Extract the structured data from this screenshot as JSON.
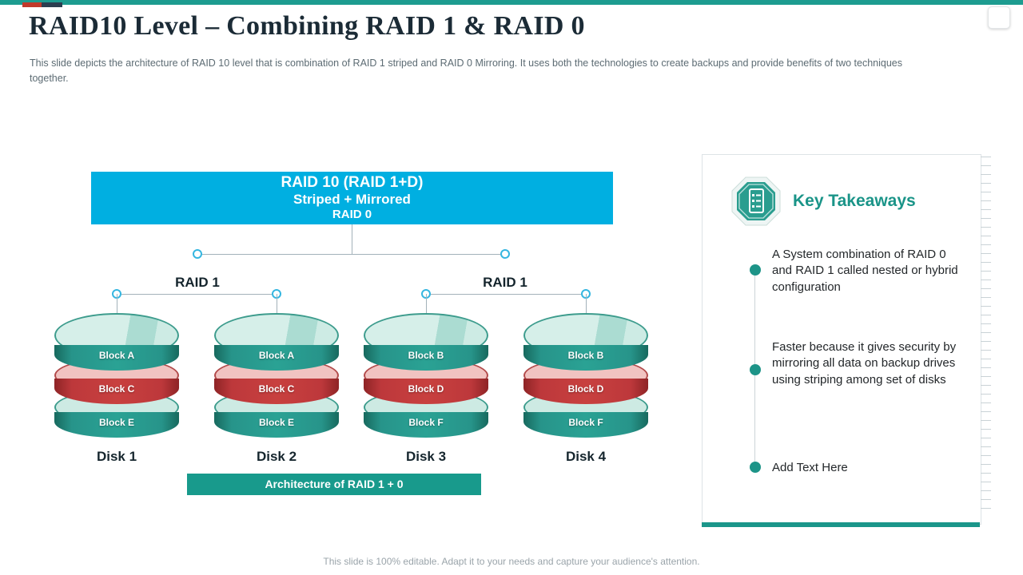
{
  "slide": {
    "title": "RAID10 Level – Combining RAID 1 & RAID 0",
    "subtitle": "This slide depicts the architecture of RAID 10 level that is combination of RAID 1 striped and RAID 0 Mirroring. It uses both the technologies to create backups and provide benefits of two techniques together.",
    "footer": "This slide is 100% editable. Adapt it to your needs and capture your audience's attention."
  },
  "diagram": {
    "root": {
      "line1": "RAID 10 (RAID 1+D)",
      "line2": "Striped + Mirrored",
      "line3": "RAID 0"
    },
    "groups": [
      {
        "label": "RAID 1"
      },
      {
        "label": "RAID 1"
      }
    ],
    "disks": [
      {
        "name": "Disk 1",
        "blocks": [
          "Block A",
          "Block C",
          "Block E"
        ]
      },
      {
        "name": "Disk 2",
        "blocks": [
          "Block A",
          "Block C",
          "Block E"
        ]
      },
      {
        "name": "Disk 3",
        "blocks": [
          "Block B",
          "Block D",
          "Block F"
        ]
      },
      {
        "name": "Disk 4",
        "blocks": [
          "Block B",
          "Block D",
          "Block F"
        ]
      }
    ],
    "banner": "Architecture of RAID 1 + 0"
  },
  "takeaways": {
    "title": "Key Takeaways",
    "items": [
      {
        "text": "A System combination of RAID 0 and RAID 1 called nested or hybrid configuration"
      },
      {
        "text": "Faster because it gives security by mirroring all data on  backup drives using striping among set of disks"
      },
      {
        "text": "Add Text Here"
      }
    ]
  },
  "colors": {
    "accent_teal": "#1d9488",
    "header_cyan": "#00afe1",
    "block_red": "#c43b3e",
    "accent_red": "#c0392b",
    "accent_navy": "#2c3e50"
  }
}
